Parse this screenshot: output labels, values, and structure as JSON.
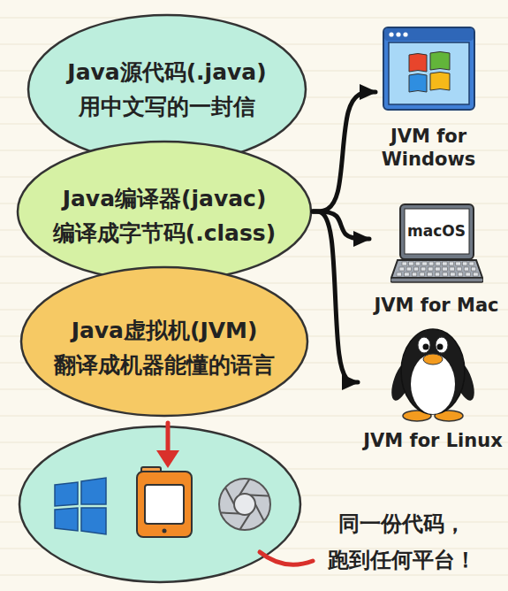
{
  "diagram": {
    "nodes": [
      {
        "text": [
          "Java源代码(.java)",
          "用中文写的一封信"
        ]
      },
      {
        "text": [
          "Java编译器(javac)",
          "编译成字节码(.class)"
        ]
      },
      {
        "text": [
          "Java虚拟机(JVM)",
          "翻译成机器能懂的语言"
        ]
      },
      {
        "text": [
          "JVM for Windows"
        ]
      },
      {
        "text": [
          "macOS",
          "JVM for Mac"
        ]
      },
      {
        "text": [
          "JVM for Linux"
        ]
      }
    ],
    "edges": [
      {
        "from": 1,
        "to": 3,
        "arrow": "to"
      },
      {
        "from": 1,
        "to": 4,
        "arrow": "to"
      },
      {
        "from": 1,
        "to": 5,
        "arrow": "to"
      }
    ],
    "labels": [
      "同一份代码， 跑到任何平台！"
    ]
  }
}
